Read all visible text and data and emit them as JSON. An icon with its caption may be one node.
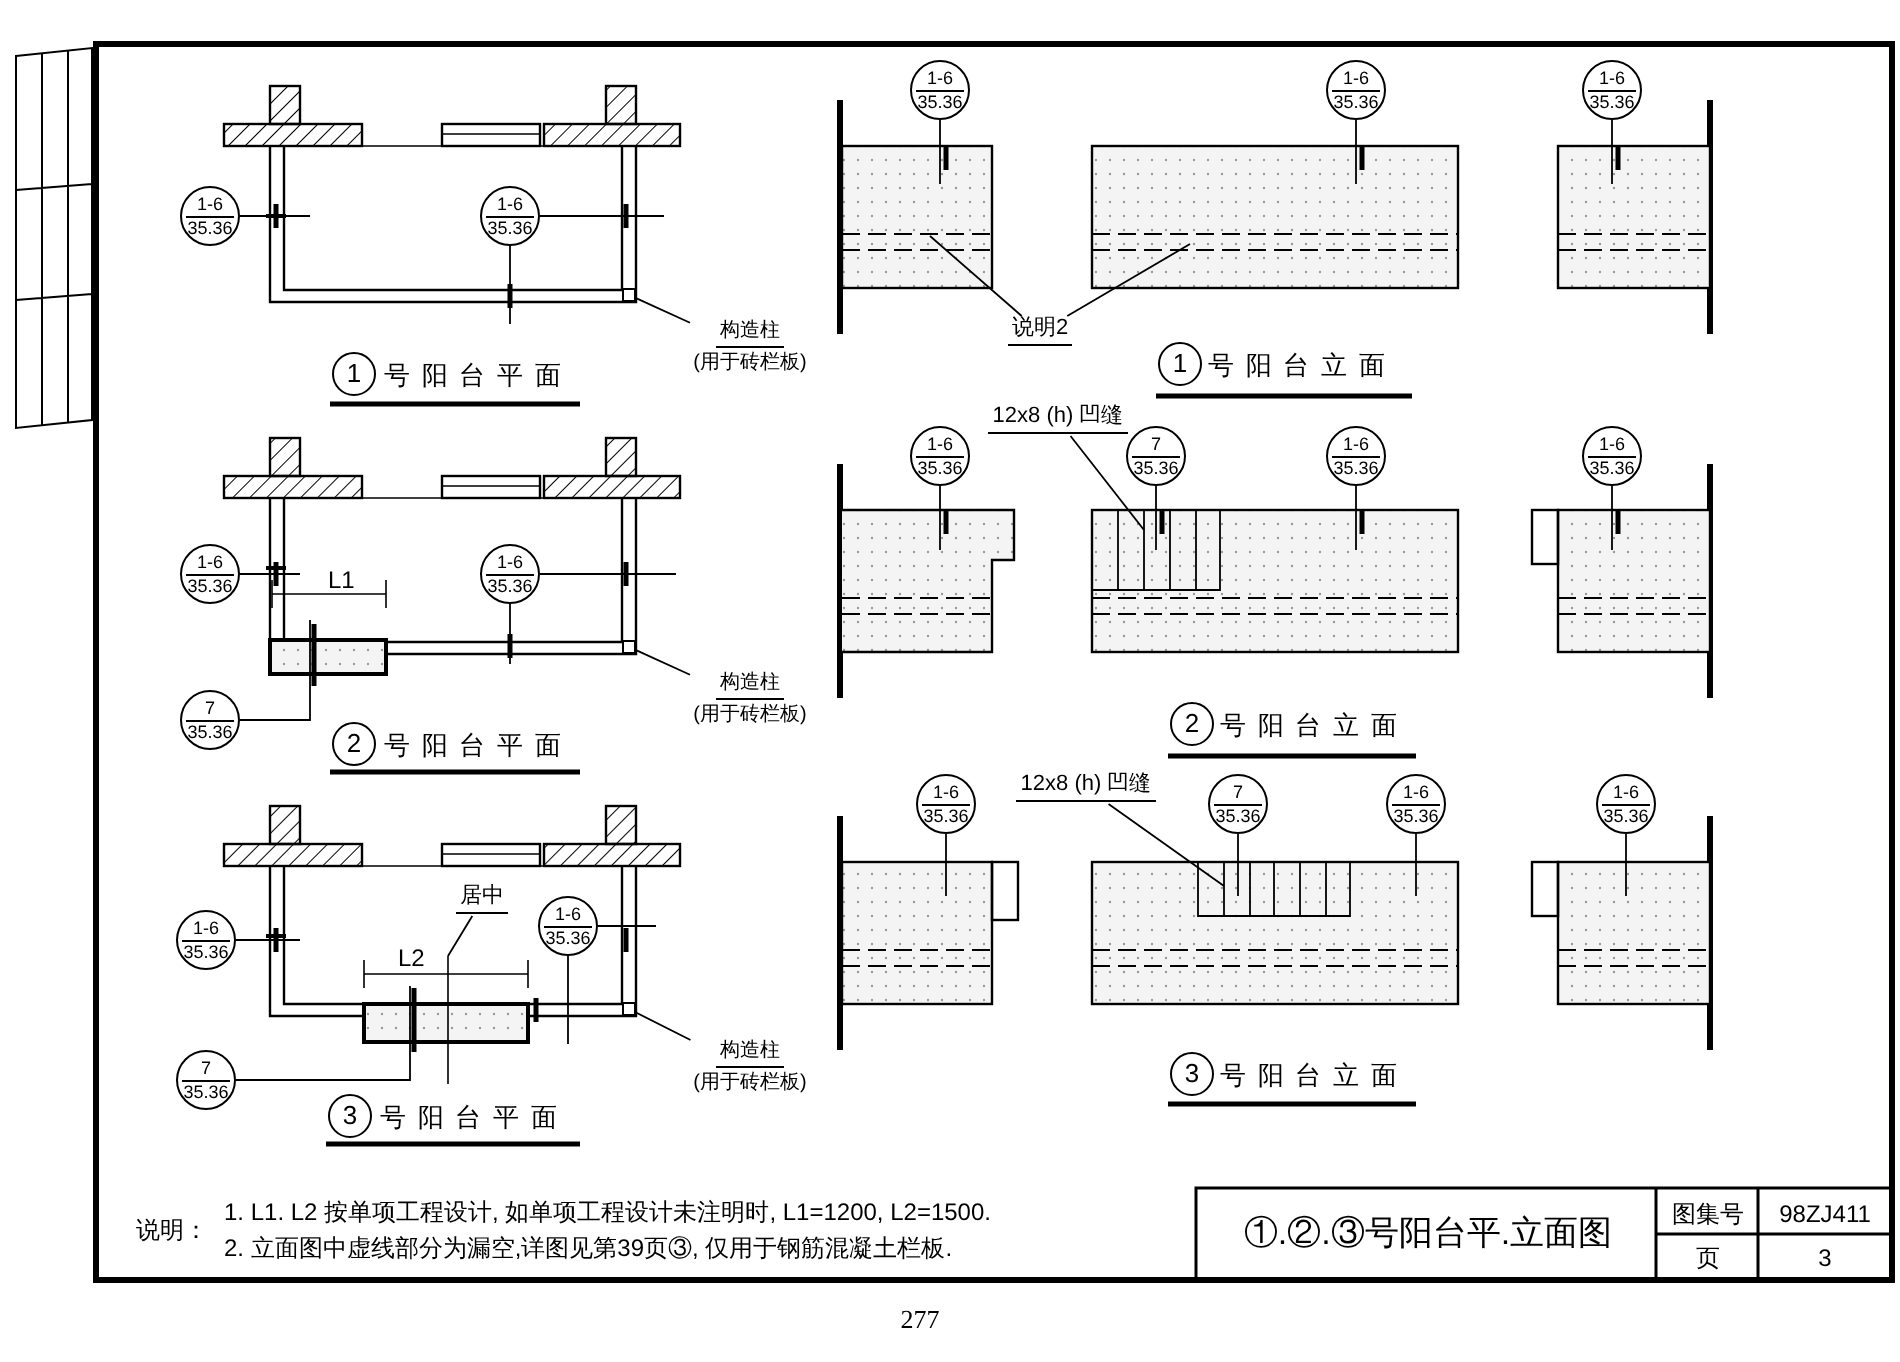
{
  "diagram": {
    "nodes": [
      {
        "text": [
          "1-6",
          "35.36"
        ]
      },
      {
        "text": [
          "1-6",
          "35.36"
        ]
      },
      {
        "text": [
          "构造柱",
          "(用于砖栏板)"
        ]
      },
      {
        "text": [
          "1-6",
          "35.36"
        ]
      },
      {
        "text": [
          "1-6",
          "35.36"
        ]
      },
      {
        "text": [
          "1-6",
          "35.36"
        ]
      },
      {
        "text": [
          "说明2"
        ]
      },
      {
        "text": [
          "1-6",
          "35.36"
        ]
      },
      {
        "text": [
          "1-6",
          "35.36"
        ]
      },
      {
        "text": [
          "7",
          "35.36"
        ]
      },
      {
        "text": [
          "构造柱",
          "(用于砖栏板)"
        ]
      },
      {
        "text": [
          "12x8 (h) 凹缝"
        ]
      },
      {
        "text": [
          "1-6",
          "35.36"
        ]
      },
      {
        "text": [
          "7",
          "35.36"
        ]
      },
      {
        "text": [
          "1-6",
          "35.36"
        ]
      },
      {
        "text": [
          "1-6",
          "35.36"
        ]
      },
      {
        "text": [
          "居中"
        ]
      },
      {
        "text": [
          "1-6",
          "35.36"
        ]
      },
      {
        "text": [
          "1-6",
          "35.36"
        ]
      },
      {
        "text": [
          "7",
          "35.36"
        ]
      },
      {
        "text": [
          "构造柱",
          "(用于砖栏板)"
        ]
      },
      {
        "text": [
          "12x8 (h) 凹缝"
        ]
      },
      {
        "text": [
          "1-6",
          "35.36"
        ]
      },
      {
        "text": [
          "7",
          "35.36"
        ]
      },
      {
        "text": [
          "1-6",
          "35.36"
        ]
      },
      {
        "text": [
          "1-6",
          "35.36"
        ]
      },
      {
        "text": [],
        "shape": "box"
      },
      {
        "text": [],
        "shape": "box"
      },
      {
        "text": [],
        "shape": "box"
      }
    ],
    "edges": [
      {
        "from": 0,
        "to": null,
        "arrow": "none"
      },
      {
        "from": 1,
        "to": null,
        "arrow": "none"
      },
      {
        "from": 1,
        "to": null,
        "arrow": "none"
      },
      {
        "from": 2,
        "to": 26,
        "arrow": "none"
      },
      {
        "from": 3,
        "to": null,
        "arrow": "none"
      },
      {
        "from": 4,
        "to": null,
        "arrow": "none"
      },
      {
        "from": 5,
        "to": null,
        "arrow": "none"
      },
      {
        "from": 6,
        "to": null,
        "arrow": "none"
      },
      {
        "from": 6,
        "to": null,
        "arrow": "none"
      },
      {
        "from": 7,
        "to": null,
        "arrow": "none"
      },
      {
        "from": 8,
        "to": null,
        "arrow": "none"
      },
      {
        "from": 8,
        "to": null,
        "arrow": "none"
      },
      {
        "from": 9,
        "to": null,
        "arrow": "none"
      },
      {
        "from": 10,
        "to": 27,
        "arrow": "none"
      },
      {
        "from": 11,
        "to": null,
        "arrow": "none"
      },
      {
        "from": 12,
        "to": null,
        "arrow": "none"
      },
      {
        "from": 13,
        "to": null,
        "arrow": "none"
      },
      {
        "from": 14,
        "to": null,
        "arrow": "none"
      },
      {
        "from": 15,
        "to": null,
        "arrow": "none"
      },
      {
        "from": 16,
        "to": null,
        "arrow": "none"
      },
      {
        "from": 17,
        "to": null,
        "arrow": "none"
      },
      {
        "from": 18,
        "to": null,
        "arrow": "none"
      },
      {
        "from": 18,
        "to": null,
        "arrow": "none"
      },
      {
        "from": 19,
        "to": null,
        "arrow": "none"
      },
      {
        "from": 20,
        "to": 28,
        "arrow": "none"
      },
      {
        "from": 21,
        "to": null,
        "arrow": "none"
      },
      {
        "from": 22,
        "to": null,
        "arrow": "none"
      },
      {
        "from": 23,
        "to": null,
        "arrow": "none"
      },
      {
        "from": 24,
        "to": null,
        "arrow": "none"
      },
      {
        "from": 25,
        "to": null,
        "arrow": "none"
      }
    ],
    "labels": [
      "1",
      "号阳台平面",
      "1",
      "号阳台立面",
      "L1",
      "2",
      "号阳台平面",
      "2",
      "号阳台立面",
      "L2",
      "3",
      "号阳台平面",
      "3",
      "号阳台立面",
      "说明：",
      "1. L1. L2 按单项工程设计, 如单项工程设计未注明时, L1=1200, L2=1500.",
      "2. 立面图中虚线部分为漏空,详图见第39页③, 仅用于钢筋混凝土栏板.",
      "①.②.③号阳台平.立面图",
      "图集号",
      "98ZJ411",
      "页",
      "3",
      "277"
    ]
  }
}
